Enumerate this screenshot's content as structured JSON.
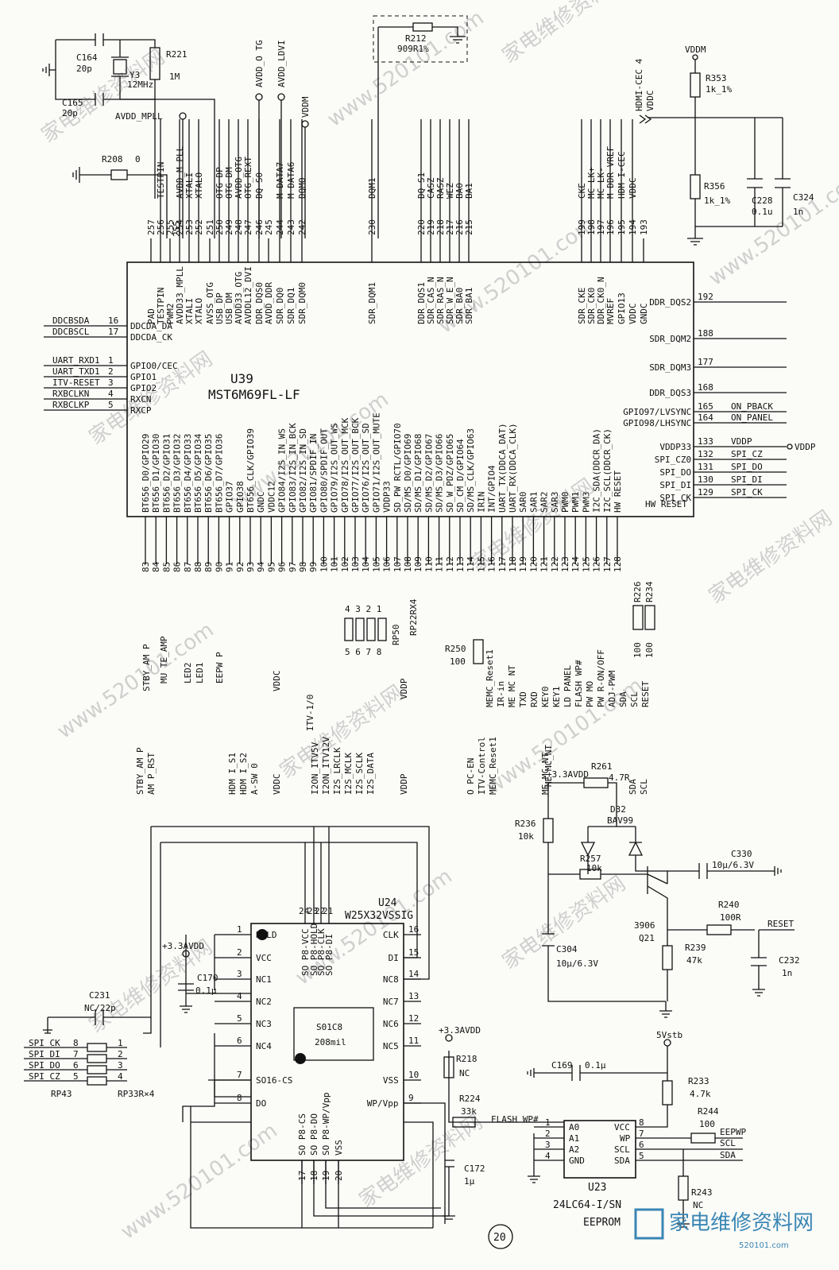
{
  "u39": {
    "ref": "U39",
    "part": "MST6M69FL-LF"
  },
  "u24": {
    "ref": "U24",
    "part": "W25X32VSSIG",
    "pkg1": "S01C8",
    "pkg2": "208mil",
    "left": [
      {
        "n": "1",
        "l": "HOLD"
      },
      {
        "n": "2",
        "l": "VCC"
      },
      {
        "n": "3",
        "l": "NC1"
      },
      {
        "n": "4",
        "l": "NC2"
      },
      {
        "n": "5",
        "l": "NC3"
      },
      {
        "n": "6",
        "l": "NC4"
      },
      {
        "n": "7",
        "l": "SO16-CS"
      },
      {
        "n": "8",
        "l": "DO"
      }
    ],
    "right": [
      {
        "n": "16",
        "l": "CLK"
      },
      {
        "n": "15",
        "l": "DI"
      },
      {
        "n": "14",
        "l": "NC8"
      },
      {
        "n": "13",
        "l": "NC7"
      },
      {
        "n": "12",
        "l": "NC6"
      },
      {
        "n": "11",
        "l": "NC5"
      },
      {
        "n": "10",
        "l": "VSS"
      },
      {
        "n": "9",
        "l": "WP/Vpp"
      }
    ],
    "top": [
      {
        "n": "24",
        "l": "SO P8-VCC"
      },
      {
        "n": "23",
        "l": "SO P8-HOLD"
      },
      {
        "n": "22",
        "l": "SO P8-CLK"
      },
      {
        "n": "21",
        "l": "SO P8-DI"
      }
    ],
    "bottom": [
      {
        "n": "17",
        "l": "SO P8-CS"
      },
      {
        "n": "18",
        "l": "SO P8-DO"
      },
      {
        "n": "19",
        "l": "SO P8-WP/Vpp"
      },
      {
        "n": "20",
        "l": "VSS"
      }
    ]
  },
  "u23": {
    "ref": "U23",
    "part": "24LC64-I/SN",
    "sub": "EEPROM",
    "left": [
      {
        "n": "1",
        "l": "A0"
      },
      {
        "n": "2",
        "l": "A1"
      },
      {
        "n": "3",
        "l": "A2"
      },
      {
        "n": "4",
        "l": "GND"
      }
    ],
    "right": [
      {
        "n": "8",
        "l": "VCC"
      },
      {
        "n": "7",
        "l": "WP"
      },
      {
        "n": "6",
        "l": "SCL"
      },
      {
        "n": "5",
        "l": "SDA"
      }
    ]
  },
  "top_pins": [
    {
      "n": "257",
      "l": "PAD"
    },
    {
      "n": "256",
      "l": "TESTPIN"
    },
    {
      "n": "255",
      "l": "PWM2"
    },
    {
      "n": "254",
      "l": "AVDD33_MPLL"
    },
    {
      "n": "253",
      "l": "XTALI"
    },
    {
      "n": "252",
      "l": "XTALO"
    },
    {
      "n": "251",
      "l": "AVSS_OTG"
    },
    {
      "n": "250",
      "l": "USB_DP"
    },
    {
      "n": "249",
      "l": "USB_DM"
    },
    {
      "n": "248",
      "l": "AVDD33_OTG"
    },
    {
      "n": "247",
      "l": "AVDDL12_DVI"
    },
    {
      "n": "246",
      "l": "DDR_DQS0"
    },
    {
      "n": "245",
      "l": "AVDD_DDR"
    },
    {
      "n": "244",
      "l": "SDR_DQ0"
    },
    {
      "n": "243",
      "l": "SDR_DQ1"
    },
    {
      "n": "242",
      "l": "SDR_DQM0"
    },
    {
      "n": "230",
      "l": "SDR_DQM1"
    },
    {
      "n": "220",
      "l": "DDR_DQS1"
    },
    {
      "n": "219",
      "l": "SDR_CAS_N"
    },
    {
      "n": "218",
      "l": "SDR_RAS_N"
    },
    {
      "n": "217",
      "l": "SDR_W_E_N"
    },
    {
      "n": "216",
      "l": "SDR_BA0"
    },
    {
      "n": "215",
      "l": "SDR_BA1"
    },
    {
      "n": "199",
      "l": "SDR_CKE"
    },
    {
      "n": "198",
      "l": "SDR_CK0"
    },
    {
      "n": "197",
      "l": "DDR_CK0_N"
    },
    {
      "n": "196",
      "l": "MVREF"
    },
    {
      "n": "195",
      "l": "GPIO13"
    },
    {
      "n": "194",
      "l": "VDDC"
    },
    {
      "n": "193",
      "l": "GNDC"
    }
  ],
  "top_nets": [
    "",
    "TESTPIN",
    "",
    "AVDD_M PLL",
    "XTALI",
    "XTALO",
    "",
    "OTG DP",
    "OTG DM",
    "AVDD_OTG",
    "OTG_REXT",
    "DQ S0",
    "",
    "M DATA7",
    "M DATA6",
    "DQMO",
    "DQM1",
    "DQ S1",
    "CASZ",
    "RASZ",
    "WEZ",
    "BA0",
    "BA1",
    "CKE",
    "MC LK+",
    "MC LK-",
    "M DDR VREF",
    "HDM I-CEC",
    "VDDC",
    ""
  ],
  "top_extra": {
    "avdd_mpll": "AVDD_MPLL",
    "avdd_otg": "AVDD_O TG",
    "avdd_ldvi": "AVDD_LDVI",
    "vddm": "VDDM",
    "hdmi_cec": "HDMI-CEC 4",
    "vddc": "VDDC",
    "pin255": "255"
  },
  "left_pins": [
    {
      "net": "DDCBSDA",
      "n": "16",
      "l": "DDCDA_DA"
    },
    {
      "net": "DDCBSCL",
      "n": "17",
      "l": "DDCDA_CK"
    },
    {
      "net": "UART_RXD1",
      "n": "1",
      "l": "GPIO0/CEC"
    },
    {
      "net": "UART_TXD1",
      "n": "2",
      "l": "GPIO1"
    },
    {
      "net": "ITV-RESET",
      "n": "3",
      "l": "GPIO2"
    },
    {
      "net": "RXBCLKN",
      "n": "4",
      "l": "RXCN"
    },
    {
      "net": "RXBCLKP",
      "n": "5",
      "l": "RXCP"
    }
  ],
  "right_pins": [
    {
      "n": "192",
      "l": "DDR_DQS2",
      "net": ""
    },
    {
      "n": "188",
      "l": "SDR_DQM2",
      "net": ""
    },
    {
      "n": "177",
      "l": "SDR_DQM3",
      "net": ""
    },
    {
      "n": "168",
      "l": "DDR_DQS3",
      "net": ""
    },
    {
      "n": "165",
      "l": "GPIO97/LVSYNC",
      "net": "ON_PBACK"
    },
    {
      "n": "164",
      "l": "GPIO98/LHSYNC",
      "net": "ON_PANEL"
    },
    {
      "n": "133",
      "l": "VDDP33",
      "net": "VDDP"
    },
    {
      "n": "132",
      "l": "SPI_CZ0",
      "net": "SPI_CZ"
    },
    {
      "n": "131",
      "l": "SPI_DO",
      "net": "SPI_DO"
    },
    {
      "n": "130",
      "l": "SPI_DI",
      "net": "SPI_DI"
    },
    {
      "n": "129",
      "l": "SPI_CK",
      "net": "SPI_CK"
    }
  ],
  "right_extra": {
    "vddp": "VDDP",
    "hw_reset": "HW RESET"
  },
  "bottom_pins": [
    {
      "n": "83",
      "l": "BT656_D0/GPIO29"
    },
    {
      "n": "84",
      "l": "BT656_D1/GPIO30"
    },
    {
      "n": "85",
      "l": "BT656_D2/GPIO31"
    },
    {
      "n": "86",
      "l": "BT656_D3/GPIO32"
    },
    {
      "n": "87",
      "l": "BT656_D4/GPIO33"
    },
    {
      "n": "88",
      "l": "BT656_D5/GPIO34"
    },
    {
      "n": "89",
      "l": "BT656_D6/GPIO35"
    },
    {
      "n": "90",
      "l": "BT656_D7/GPIO36"
    },
    {
      "n": "91",
      "l": "GPIO37"
    },
    {
      "n": "92",
      "l": "GPIO38"
    },
    {
      "n": "93",
      "l": "BT656_CLK/GPIO39"
    },
    {
      "n": "94",
      "l": "GNDC"
    },
    {
      "n": "95",
      "l": "VDDC12"
    },
    {
      "n": "96",
      "l": "GPIO84/I2S_IN_WS"
    },
    {
      "n": "97",
      "l": "GPIO83/I2S_IN_BCK"
    },
    {
      "n": "98",
      "l": "GPIO82/I2S_IN_SD"
    },
    {
      "n": "99",
      "l": "GPIO81/SPDIF_IN"
    },
    {
      "n": "100",
      "l": "GPIO80/SPDIF_OUT"
    },
    {
      "n": "101",
      "l": "GPIO79/I2S_OUT_WS"
    },
    {
      "n": "102",
      "l": "GPIO78/I2S_OUT_MCK"
    },
    {
      "n": "103",
      "l": "GPIO77/I2S_OUT_BCK"
    },
    {
      "n": "104",
      "l": "GPIO76/I2S_OUT_SD"
    },
    {
      "n": "105",
      "l": "GPIO71/I2S_OUT_MUTE"
    },
    {
      "n": "106",
      "l": "VDDP33"
    },
    {
      "n": "107",
      "l": "SD_PW RCTL/GPIO70"
    },
    {
      "n": "108",
      "l": "SD/MS_D0/GPIO69"
    },
    {
      "n": "109",
      "l": "SD/MS_D1/GPIO68"
    },
    {
      "n": "110",
      "l": "SD/MS_D2/GPIO67"
    },
    {
      "n": "111",
      "l": "SD/MS_D3/GPIO66"
    },
    {
      "n": "112",
      "l": "SD_W_PDZ/GPIO65"
    },
    {
      "n": "113",
      "l": "SD_CM_D/GPIO64"
    },
    {
      "n": "114",
      "l": "SD/MS_CLK/GPIO63"
    },
    {
      "n": "115",
      "l": "IRIN"
    },
    {
      "n": "116",
      "l": "INT/GPIO4"
    },
    {
      "n": "117",
      "l": "UART_TX(DDCA_DAT)"
    },
    {
      "n": "118",
      "l": "UART_RX(DDCA_CLK)"
    },
    {
      "n": "119",
      "l": "SAR0"
    },
    {
      "n": "120",
      "l": "SAR1"
    },
    {
      "n": "121",
      "l": "SAR2"
    },
    {
      "n": "122",
      "l": "SAR3"
    },
    {
      "n": "123",
      "l": "PWM0"
    },
    {
      "n": "124",
      "l": "PWM1"
    },
    {
      "n": "125",
      "l": "PWM3"
    },
    {
      "n": "126",
      "l": "I2C_SDA(DDCR_DA)"
    },
    {
      "n": "127",
      "l": "I2C_SCL(DDCR_CK)"
    },
    {
      "n": "128",
      "l": "HW RESET"
    }
  ],
  "bottom_nets": {
    "stby": "STBY_AM P",
    "mute": "MU TE_AMP",
    "led2": "LED2",
    "led1": "LED1",
    "eepw": "EEPW P",
    "vddc": "VDDC",
    "itv": "ITV-1/0",
    "vddp": "VDDP",
    "rp": "RP22RX4",
    "memc": "MEMC_Reset1",
    "ir": "IR-in",
    "memcnt": "ME MC NT",
    "txd": "TXD",
    "rxd": "RXD",
    "key0": "KEY0",
    "key1": "KEY1",
    "ldpanel": "LD PANEL",
    "flash": "FLASH WP#",
    "pwmo": "PW MO",
    "pwr": "PW R-ON/OFF",
    "adj": "ADJ-PWM",
    "sda": "SDA",
    "scl": "SCL",
    "reset": "RESET"
  },
  "bottom_ports": [
    "STBY_AM P",
    "AM P_RST",
    "HDM I_S1",
    "HDM I_S2",
    "A-SW 0",
    "VDDC",
    "I2ON_ITV5V",
    "I2ON_ITV12V",
    "I2S_LRCLK",
    "I2S_MCLK",
    "I2S_SCLK",
    "I2S_DATA",
    "VDDP",
    "O PC-EN",
    "ITV-Control",
    "MEMC_Reset1",
    "ME MC_NT",
    "SDA",
    "SCL"
  ],
  "rp50": {
    "ref": "RP50",
    "top": "4 3 2 1",
    "bot": "5 6 7 8"
  },
  "parts": {
    "c164": "C164",
    "c164v": "20p",
    "c165": "C165",
    "c165v": "20p",
    "y3": "Y3",
    "y3v": "12MHz",
    "r221": "R221",
    "r221v": "1M",
    "r208": "R208",
    "r208v": "0",
    "r212": "R212",
    "r212v": "909R1%",
    "r353": "R353",
    "r353v": "1k_1%",
    "r356": "R356",
    "r356v": "1k_1%",
    "c228": "C228",
    "c228v": "0.1u",
    "c324": "C324",
    "c324v": "1n",
    "r250": "R250",
    "r250v": "100",
    "r226": "R226",
    "r226v": "100",
    "r234": "R234",
    "r234v": "100",
    "c231": "C231",
    "c231v": "NC/22p",
    "c170": "C170",
    "c170v": "0.1μ",
    "rp43": "RP43",
    "rp33": "RP33R×4",
    "r218": "R218",
    "r218v": "NC",
    "r224": "R224",
    "r224v": "33k",
    "c172": "C172",
    "c172v": "1μ",
    "c169": "C169",
    "c169v": "0.1μ",
    "r233": "R233",
    "r233v": "4.7k",
    "r244": "R244",
    "r244v": "100",
    "r243": "R243",
    "r243v": "NC",
    "r261": "R261",
    "r261v": "4.7R",
    "d32": "D32",
    "d32v": "BAV99",
    "r236": "R236",
    "r236v": "10k",
    "c330": "C330",
    "c330v": "10μ/6.3V",
    "r257": "R257",
    "r257v": "10k",
    "q21": "Q21",
    "q21v": "3906",
    "r240": "R240",
    "r240v": "100R",
    "c304": "C304",
    "c304v": "10μ/6.3V",
    "r239": "R239",
    "r239v": "47k",
    "c232": "C232",
    "c232v": "1n"
  },
  "nets": {
    "v33a": "+3.3AVDD",
    "v33b": "+3.3AVDD",
    "v33c": "+3.3AVDD",
    "v5stb": "5Vstb",
    "reset": "RESET",
    "flashwp": "FLASH WP#",
    "eepwp": "EEPWP",
    "scl": "SCL",
    "sda": "SDA",
    "spi": [
      {
        "l": "SPI_CK",
        "n": "8"
      },
      {
        "l": "SPI_DI",
        "n": "7"
      },
      {
        "l": "SPI_DO",
        "n": "6"
      },
      {
        "l": "SPI_CZ",
        "n": "5"
      }
    ],
    "memc": "ME MC_NT"
  },
  "page_no": "20",
  "watermarks": [
    "家电维修资料网",
    "www.520101.com"
  ],
  "logo": {
    "text": "家电维修资料网",
    "url": "520101.com"
  }
}
